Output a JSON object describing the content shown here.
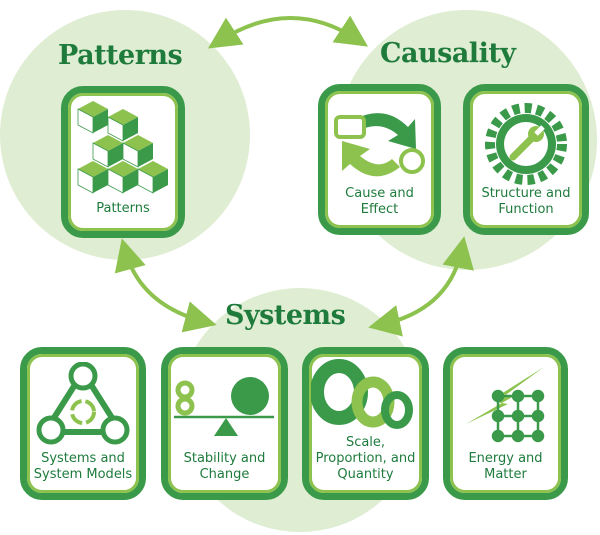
{
  "groups": {
    "patterns": {
      "title": "Patterns"
    },
    "causality": {
      "title": "Causality"
    },
    "systems": {
      "title": "Systems"
    }
  },
  "cards": {
    "patterns": "Patterns",
    "cause_effect": "Cause and Effect",
    "structure_function": "Structure and Function",
    "systems_models": "Systems and System Models",
    "stability_change": "Stability and Change",
    "scale": "Scale, Proportion, and Quantity",
    "energy_matter": "Energy and Matter"
  },
  "colors": {
    "dark": "#1e7b3c",
    "mid": "#3a9a4a",
    "light": "#8cc24d",
    "bg": "#dfedd2"
  }
}
